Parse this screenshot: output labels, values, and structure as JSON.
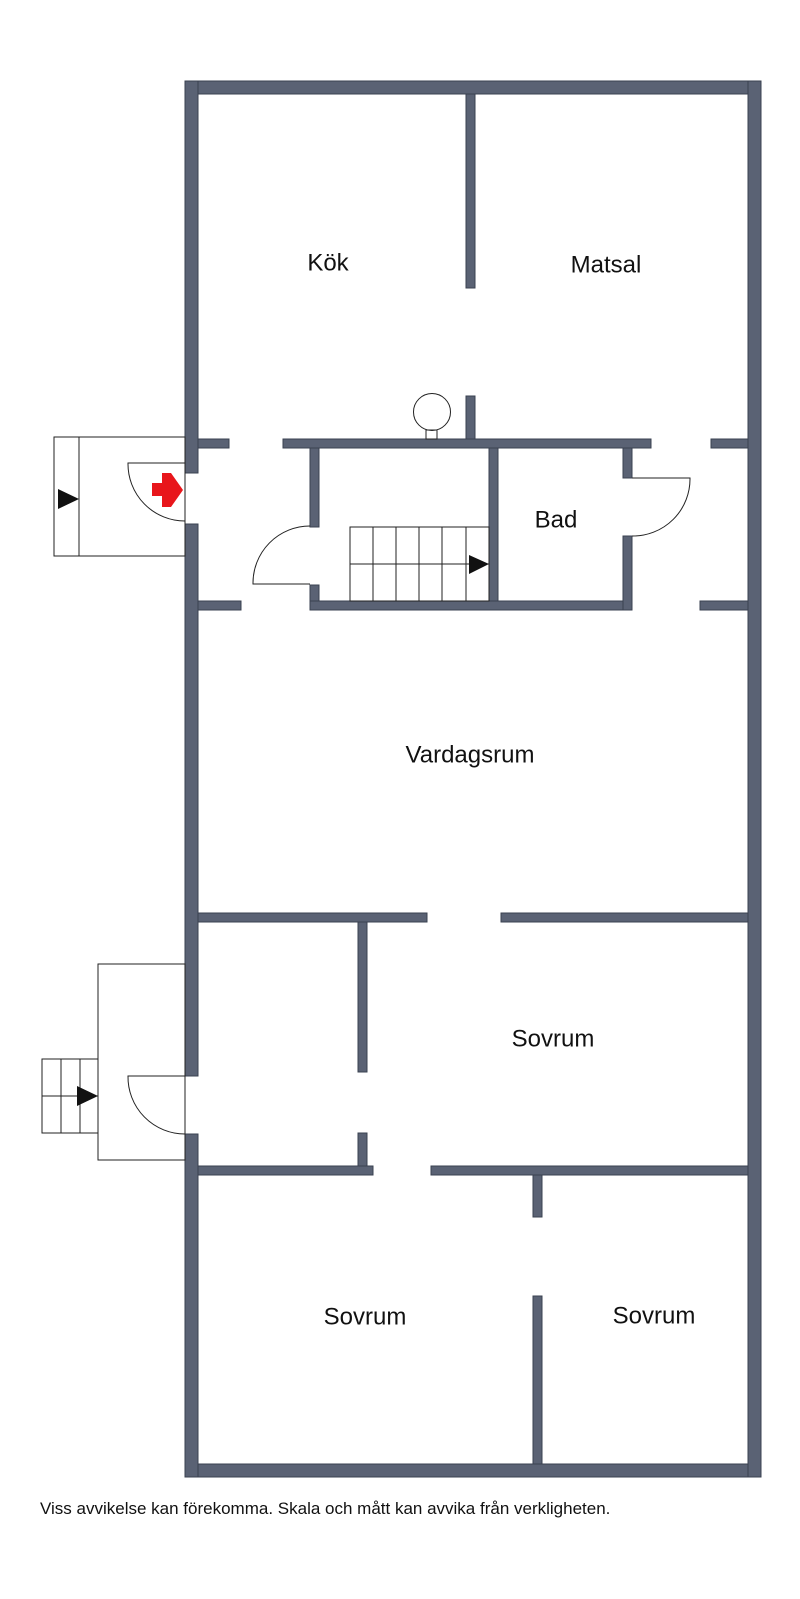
{
  "rooms": {
    "kitchen": "Kök",
    "dining": "Matsal",
    "bathroom": "Bad",
    "living": "Vardagsrum",
    "bedroom_middle": "Sovrum",
    "bedroom_left": "Sovrum",
    "bedroom_right": "Sovrum"
  },
  "disclaimer": "Viss avvikelse kan förekomma. Skala och mått kan avvika från verkligheten.",
  "colors": {
    "wall": "#5a6274",
    "wall_edge": "#3a4150",
    "line": "#222222",
    "entrance_marker": "#e8161b"
  },
  "icons": {
    "entrance_marker": "red-arrow-icon",
    "stair_direction": "black-triangle-arrow-icon"
  }
}
